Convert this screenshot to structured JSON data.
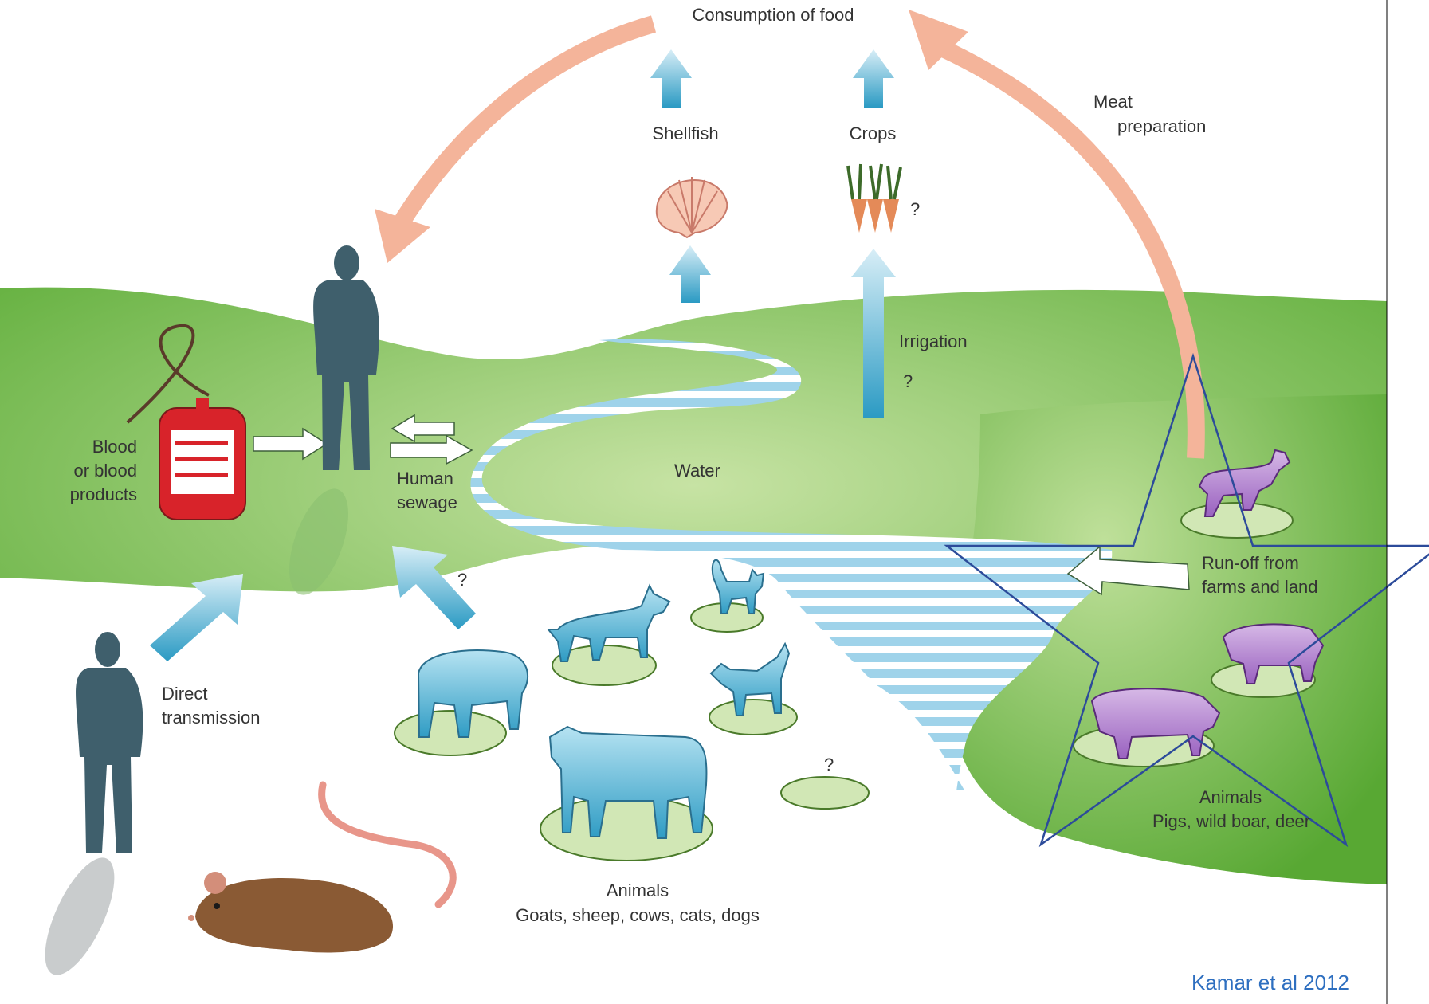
{
  "labels": {
    "consumption_of_food": "Consumption of food",
    "shellfish": "Shellfish",
    "crops": "Crops",
    "meat_preparation_1": "Meat",
    "meat_preparation_2": "preparation",
    "irrigation": "Irrigation",
    "irrigation_q": "?",
    "crops_q": "?",
    "blood": "Blood\nor blood\nproducts",
    "human_sewage": "Human\nsewage",
    "sewage_q": "?",
    "water": "Water",
    "runoff": "Run-off from\nfarms and land",
    "direct_transmission": "Direct\ntransmission",
    "animals_left_title": "Animals",
    "animals_left_list": "Goats, sheep, cows, cats, dogs",
    "animals_right_title": "Animals",
    "animals_right_list": "Pigs, wild boar, deer",
    "unknown_animal_q": "?",
    "citation": "Kamar et al 2012"
  },
  "colors": {
    "land_green": "#6cb845",
    "land_light": "#b9dd95",
    "water_blue": "#9fd3ea",
    "flow_arrow_blue": "#2f9cc4",
    "food_arrow_pink": "#f4b49a",
    "human_silhouette": "#3f5f6c",
    "blood_bag_red": "#d8232a",
    "domestic_animal_blue": "#8ccfe6",
    "reservoir_animal_purple": "#b487d1",
    "rat_brown": "#8a5a34",
    "star_outline": "#2c4b9a",
    "citation_blue": "#2e6fc0"
  },
  "icons": {
    "human": "person-silhouette-icon",
    "blood": "blood-bag-icon",
    "shellfish": "scallop-shell-icon",
    "crops": "carrot-icon",
    "rat": "rat-icon",
    "goat": "goat-icon",
    "sheep": "sheep-icon",
    "cow": "cow-icon",
    "cat": "cat-icon",
    "dog": "dog-icon",
    "pig": "pig-icon",
    "boar": "wild-boar-icon",
    "deer": "deer-icon",
    "highlight": "star-outline-icon"
  }
}
